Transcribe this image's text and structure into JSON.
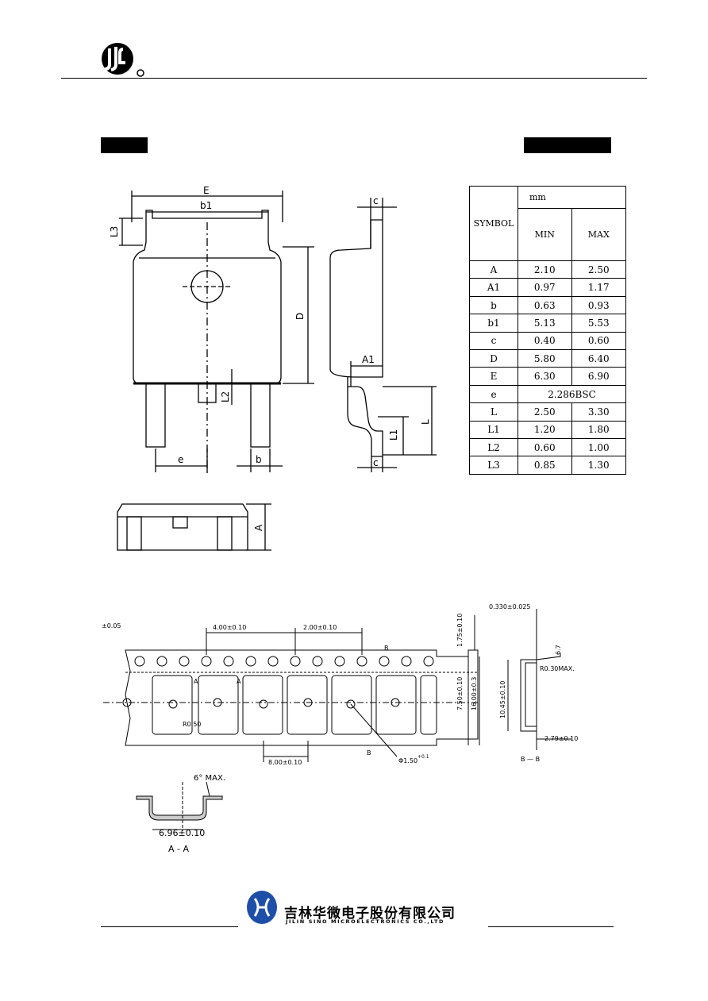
{
  "header": {
    "logo_icon": "jsm-logo-icon"
  },
  "drawing_labels": {
    "E": "E",
    "b1": "b1",
    "L3": "L3",
    "D": "D",
    "L2": "L2",
    "e": "e",
    "b": "b",
    "c_top": "c",
    "A1": "A1",
    "L": "L",
    "L1": "L1",
    "c_bottom": "c",
    "A": "A"
  },
  "table": {
    "symbol_header": "SYMBOL",
    "unit_header": "mm",
    "min_header": "MIN",
    "max_header": "MAX",
    "rows": [
      {
        "symbol": "A",
        "min": "2.10",
        "max": "2.50"
      },
      {
        "symbol": "A1",
        "min": "0.97",
        "max": "1.17"
      },
      {
        "symbol": "b",
        "min": "0.63",
        "max": "0.93"
      },
      {
        "symbol": "b1",
        "min": "5.13",
        "max": "5.53"
      },
      {
        "symbol": "c",
        "min": "0.40",
        "max": "0.60"
      },
      {
        "symbol": "D",
        "min": "5.80",
        "max": "6.40"
      },
      {
        "symbol": "E",
        "min": "6.30",
        "max": "6.90"
      },
      {
        "symbol": "e",
        "span": "2.286BSC"
      },
      {
        "symbol": "L",
        "min": "2.50",
        "max": "3.30"
      },
      {
        "symbol": "L1",
        "min": "1.20",
        "max": "1.80"
      },
      {
        "symbol": "L2",
        "min": "0.60",
        "max": "1.00"
      },
      {
        "symbol": "L3",
        "min": "0.85",
        "max": "1.30"
      }
    ]
  },
  "tape": {
    "tol_left": "±0.05",
    "pitch_top": "4.00±0.10",
    "pitch_right": "2.00±0.10",
    "label_B": "B",
    "label_A": "A",
    "r_label": "R0.50",
    "pocket_pitch": "8.00±0.10",
    "hole_dia": "Φ1.50",
    "hole_tol": "+0.1",
    "edge_dist": "1.75±0.10",
    "width1": "7.50±0.10",
    "width2": "16.00±0.3",
    "thickness": "0.330±0.025",
    "depth_note": "R0.30MAX.",
    "cavity_h": "10.45±0.10",
    "cavity_d": "2.79±0.10",
    "angle_small": "6.7",
    "section_bb": "B — B",
    "angle": "6° MAX.",
    "cavity_w": "6.96±0.10",
    "section_aa": "A - A"
  },
  "footer": {
    "company_cn": "吉林华微电子股份有限公司",
    "company_en": "JILIN  SINO  MICROELECTRONICS  CO.,LTD",
    "logo_icon": "sino-microelectronics-logo-icon"
  }
}
